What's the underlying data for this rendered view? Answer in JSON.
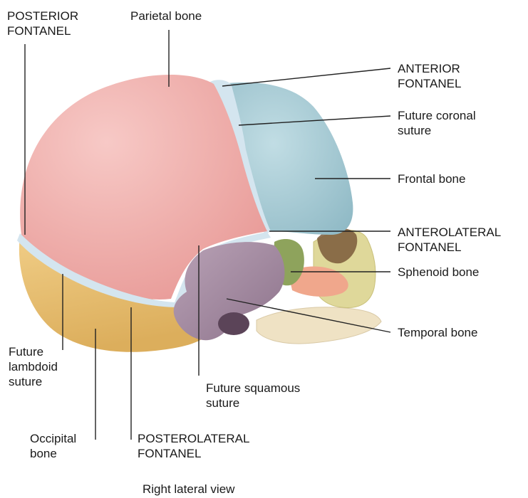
{
  "labels": {
    "posterior_fontanel": [
      "POSTERIOR",
      "FONTANEL"
    ],
    "parietal_bone": [
      "Parietal bone"
    ],
    "anterior_fontanel": [
      "ANTERIOR",
      "FONTANEL"
    ],
    "future_coronal_suture": [
      "Future coronal",
      "suture"
    ],
    "frontal_bone": [
      "Frontal bone"
    ],
    "anterolateral_fontanel": [
      "ANTEROLATERAL",
      "FONTANEL"
    ],
    "sphenoid_bone": [
      "Sphenoid bone"
    ],
    "temporal_bone": [
      "Temporal bone"
    ],
    "future_lambdoid_suture": [
      "Future",
      "lambdoid",
      "suture"
    ],
    "future_squamous_suture": [
      "Future squamous",
      "suture"
    ],
    "occipital_bone": [
      "Occipital",
      "bone"
    ],
    "posterolateral_fontanel": [
      "POSTEROLATERAL",
      "FONTANEL"
    ]
  },
  "caption": "Right lateral view",
  "colors": {
    "parietal": "#f2b3b0",
    "frontal": "#a9cdd6",
    "occipital": "#e9c27a",
    "temporal": "#a88fa6",
    "sphenoid": "#8ea35c",
    "zygomatic": "#f0a78c",
    "maxilla": "#dfd89a",
    "mandible": "#efe2c4",
    "fontanel_membrane": "#cfe0ec",
    "leader_line": "#222222"
  }
}
